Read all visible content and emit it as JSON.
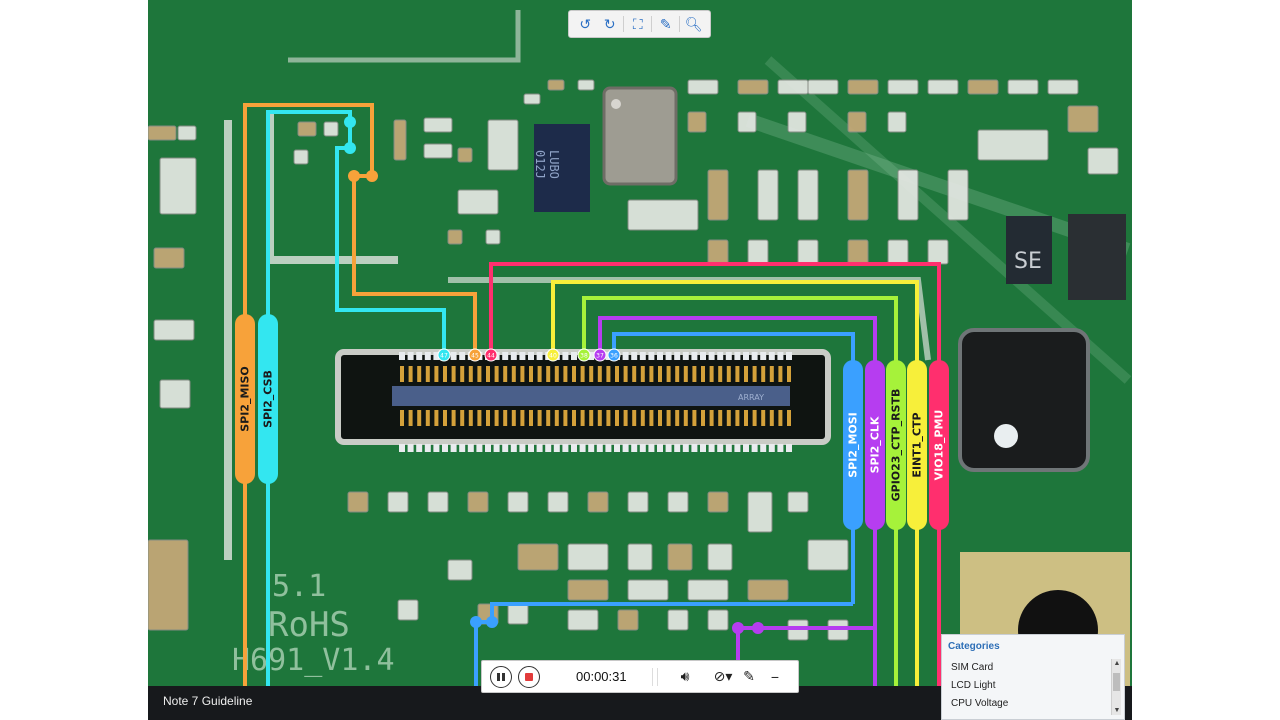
{
  "viewer": {
    "caption": "Note 7 Guideline",
    "board_text": {
      "version": "5.1",
      "rohs": "RoHS",
      "model": "H691_V1.4",
      "chip1": "LUBO",
      "chip1b": "012J",
      "chip2": "SE",
      "connector": "ARRAY"
    }
  },
  "toolbar": {
    "icons": [
      "rotate-left-icon",
      "rotate-right-icon",
      "fit-screen-icon",
      "pen-icon",
      "search-icon"
    ]
  },
  "signals": [
    {
      "name": "SPI2_MISO",
      "color": "#f7a23a"
    },
    {
      "name": "SPI2_CSB",
      "color": "#33e6f0"
    },
    {
      "name": "SPI2_MOSI",
      "color": "#3aa0ff"
    },
    {
      "name": "SPI2_CLK",
      "color": "#b63df0"
    },
    {
      "name": "GPIO23_CTP_RSTB",
      "color": "#a6f23a"
    },
    {
      "name": "EINT1_CTP",
      "color": "#f7ef3a"
    },
    {
      "name": "VIO18_PMU",
      "color": "#ff2f6e"
    }
  ],
  "pins": [
    "47",
    "45",
    "44",
    "40",
    "38",
    "37",
    "36"
  ],
  "recorder": {
    "timer": "00:00:31"
  },
  "categories": {
    "title": "Categories",
    "items": [
      "SIM Card",
      "LCD Light",
      "CPU Voltage"
    ]
  }
}
